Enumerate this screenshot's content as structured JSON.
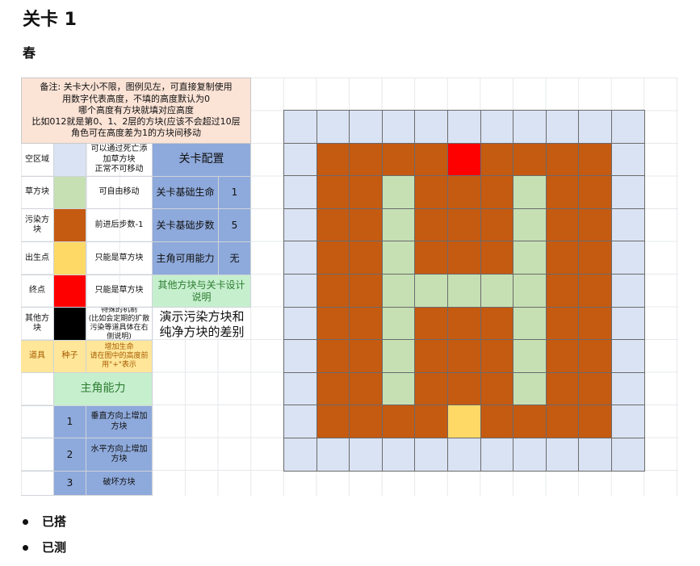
{
  "page": {
    "title": "关卡 1",
    "subtitle": "春"
  },
  "note": {
    "lines": [
      "备注: 关卡大小不限，图例见左，可直接复制使用",
      "用数字代表高度，不填的高度默认为0",
      "哪个高度有方块就填对应高度",
      "比如012就是第0、1、2层的方块(应该不会超过10层",
      "角色可在高度差为1的方块间移动"
    ]
  },
  "legend": [
    {
      "name": "空区域",
      "desc": "可以通过死亡添加草方块\n正常不可移动",
      "color": "#dae3f3"
    },
    {
      "name": "草方块",
      "desc": "可自由移动",
      "color": "#c6e0b4"
    },
    {
      "name": "污染方块",
      "desc": "前进后步数-1",
      "color": "#c55a11"
    },
    {
      "name": "出生点",
      "desc": "只能是草方块",
      "color": "#ffd966"
    },
    {
      "name": "终点",
      "desc": "只能是草方块",
      "color": "#ff0000"
    },
    {
      "name": "其他方块",
      "desc": "特殊的机制\n(比如会定期的扩散污染等道具体在右侧说明)",
      "color": "#000000"
    }
  ],
  "prop": {
    "name": "道具",
    "item": "种子",
    "desc": "增加生命\n请在图中的高度前用\"+\"表示"
  },
  "config": {
    "header": "关卡配置",
    "rows": [
      {
        "label": "关卡基础生命",
        "value": "1"
      },
      {
        "label": "关卡基础步数",
        "value": "5"
      },
      {
        "label": "主角可用能力",
        "value": "无"
      }
    ]
  },
  "other": {
    "header": "其他方块与关卡设计说明",
    "text": "演示污染方块和纯净方块的差别"
  },
  "ability": {
    "header": "主角能力",
    "rows": [
      {
        "num": "1",
        "desc": "垂直方向上增加方块"
      },
      {
        "num": "2",
        "desc": "水平方向上增加方块"
      },
      {
        "num": "3",
        "desc": "破坏方块"
      }
    ]
  },
  "map": {
    "colors": {
      "E": "#dae3f3",
      "G": "#c6e0b4",
      "P": "#c55a11",
      "S": "#ffd966",
      "F": "#ff0000"
    },
    "rows": [
      "EEEEEEEEEEE",
      "EPPPPFPPPPE",
      "EPPGPPPGPPE",
      "EPPGPPPGPPE",
      "EPPGPPPGPPE",
      "EPPGGGGGPPE",
      "EPPGPPPGPPE",
      "EPPGPPPGPPE",
      "EPPGPPPGPPE",
      "EPPPPSPPPPE",
      "EEEEEEEEEEE"
    ]
  },
  "bullets": [
    "已搭",
    "已测"
  ]
}
